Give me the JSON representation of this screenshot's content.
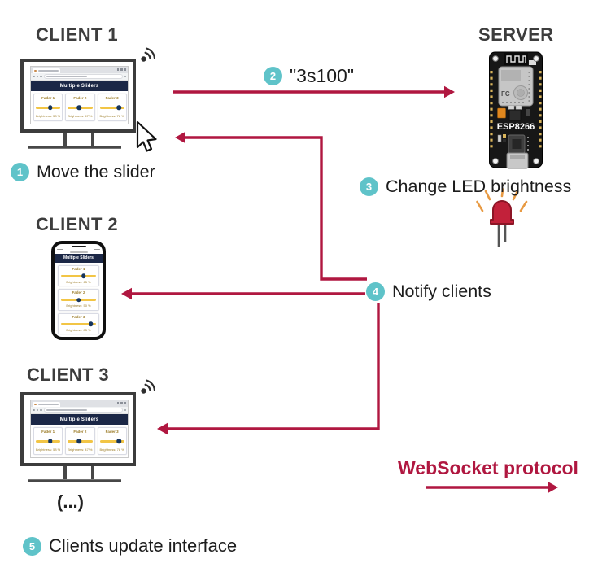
{
  "colors": {
    "accent": "#b01740",
    "badge": "#5fc3c9",
    "navy": "#1b2746",
    "track": "#f2c545",
    "thumb": "#16355e"
  },
  "nodes": {
    "client1": {
      "title": "CLIENT 1"
    },
    "client2": {
      "title": "CLIENT 2"
    },
    "client3": {
      "title": "CLIENT 3"
    },
    "server": {
      "title": "SERVER",
      "board_label": "ESP8266",
      "shield_label": "FC"
    },
    "more_clients": "(...)"
  },
  "steps": [
    {
      "num": "1",
      "label": "Move the slider"
    },
    {
      "num": "2",
      "label": "\"3s100\""
    },
    {
      "num": "3",
      "label": "Change LED brightness"
    },
    {
      "num": "4",
      "label": "Notify clients"
    },
    {
      "num": "5",
      "label": "Clients update interface"
    }
  ],
  "legend": {
    "label": "WebSocket protocol"
  },
  "web_ui": {
    "title": "Multiple Sliders",
    "sliders": [
      {
        "label": "Fader 1",
        "value": 58,
        "brightness": "Brightness: 58 %"
      },
      {
        "label": "Fader 2",
        "value": 47,
        "brightness": "Brightness: 47 %"
      },
      {
        "label": "Fader 3",
        "value": 78,
        "brightness": "Brightness: 78 %"
      }
    ]
  },
  "phone_ui": {
    "title": "Multiple Sliders",
    "sliders": [
      {
        "label": "Fader 1",
        "value": 65,
        "brightness": "Brightness: 65 %"
      },
      {
        "label": "Fader 2",
        "value": 50,
        "brightness": "Brightness: 50 %"
      },
      {
        "label": "Fader 3",
        "value": 85,
        "brightness": "Brightness: 85 %"
      }
    ]
  },
  "icons": {
    "wifi": "signal-waves-arc",
    "cursor": "mouse-pointer-arrow",
    "led": "red-led-glowing",
    "arrows": "crimson-flow-arrow"
  }
}
